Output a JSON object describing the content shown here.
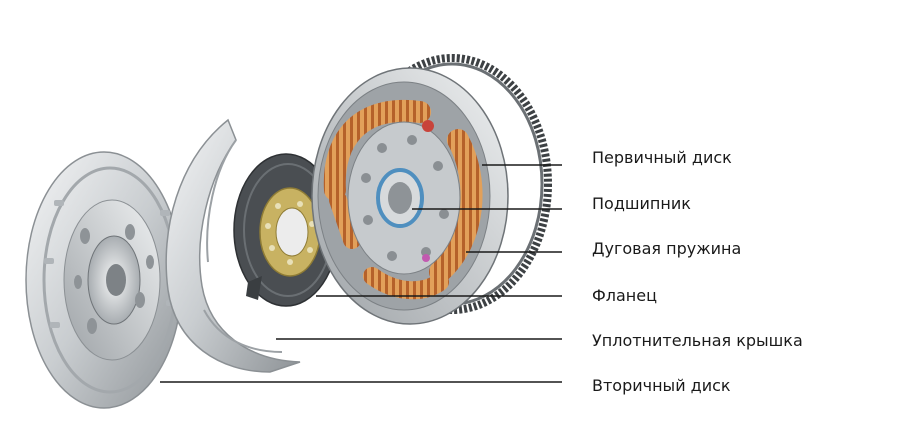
{
  "labels": [
    {
      "id": "primary-disc",
      "text": "Первичный диск"
    },
    {
      "id": "bearing",
      "text": "Подшипник"
    },
    {
      "id": "arc-spring",
      "text": "Дуговая пружина"
    },
    {
      "id": "flange",
      "text": "Фланец"
    },
    {
      "id": "seal-cover",
      "text": "Уплотнительная крышка"
    },
    {
      "id": "secondary-disc",
      "text": "Вторичный диск"
    }
  ],
  "colors": {
    "metal_light": "#e6e8ea",
    "metal_mid": "#b7bbbf",
    "metal_dark": "#6f7478",
    "spring": "#d98a3a",
    "spring_dark": "#a0501e",
    "friction": "#4a4e52",
    "hub_gold": "#c8b262",
    "bearing_blue": "#4f8fbf",
    "leader_line": "#1a1a1a"
  }
}
